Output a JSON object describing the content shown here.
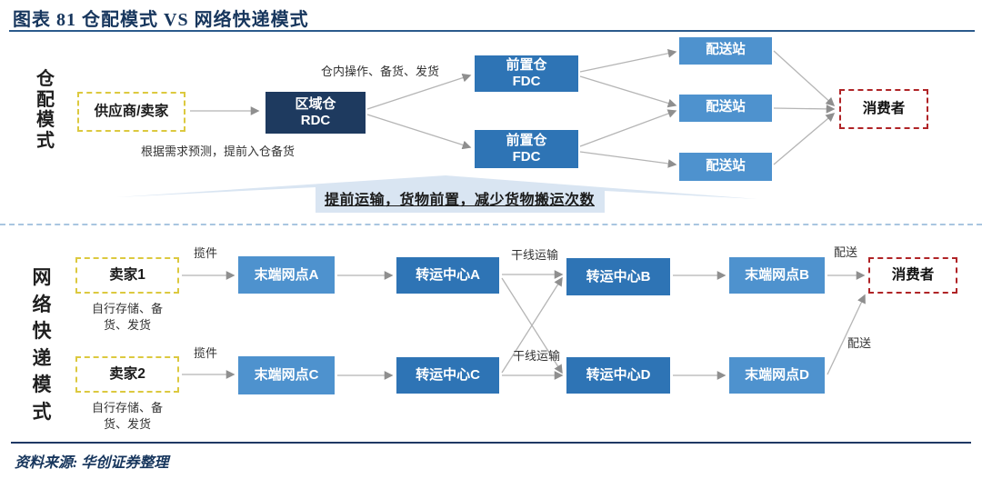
{
  "figure": {
    "title": "图表 81  仓配模式 VS 网络快递模式",
    "source": "资料来源: 华创证券整理"
  },
  "colors": {
    "title_blue": "#17365D",
    "dark_navy_box": "#1E3A5F",
    "medium_blue_box": "#2E74B5",
    "light_blue_box": "#4E92CE",
    "yellow_dashed_border": "#DCC93F",
    "red_dashed_border": "#B02427",
    "banner_fill": "#D9E5F2",
    "arrow_gray": "#B5B5B5"
  },
  "warehouse_model": {
    "side_label": "仓配模式",
    "supplier": "供应商/卖家",
    "rdc_title": "区域仓",
    "rdc_subtitle": "RDC",
    "fdc_title": "前置仓",
    "fdc_subtitle": "FDC",
    "station": "配送站",
    "consumer": "消费者",
    "label_inbound": "根据需求预测，提前入仓备货",
    "label_ops": "仓内操作、备货、发货",
    "banner": "提前运输，货物前置，减少货物搬运次数"
  },
  "express_model": {
    "side_label": "网络快递模式",
    "seller1": "卖家1",
    "seller2": "卖家2",
    "seller_note": "自行存储、备\n货、发货",
    "net_a": "末端网点A",
    "net_b": "末端网点B",
    "net_c": "末端网点C",
    "net_d": "末端网点D",
    "hub_a": "转运中心A",
    "hub_b": "转运中心B",
    "hub_c": "转运中心C",
    "hub_d": "转运中心D",
    "consumer": "消费者",
    "label_pickup": "揽件",
    "label_trunk": "干线运输",
    "label_delivery": "配送"
  }
}
